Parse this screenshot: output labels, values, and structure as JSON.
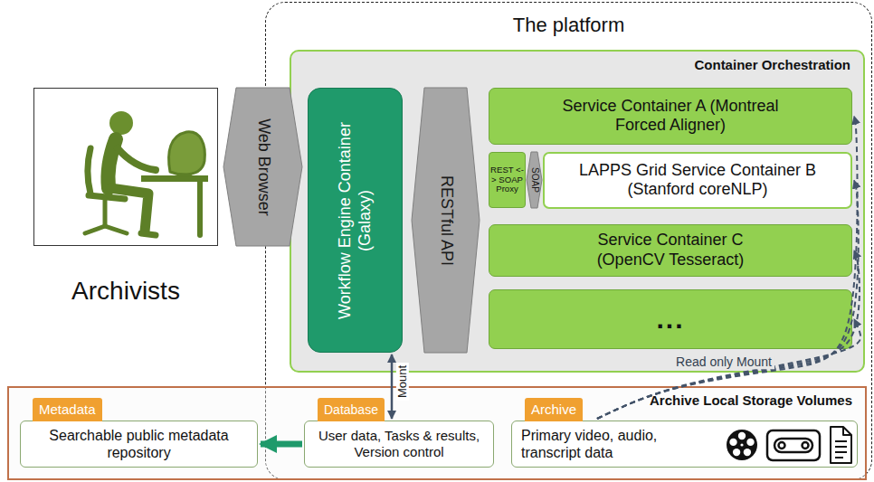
{
  "diagram": {
    "nodes": [
      {
        "text": [
          "Archivists"
        ]
      },
      {
        "text": [
          "The platform"
        ]
      },
      {
        "text": [
          "Container Orchestration"
        ],
        "in": 1
      },
      {
        "text": [
          "Workflow Engine Container (Galaxy)"
        ],
        "in": 2
      },
      {
        "text": [
          "Service Container A (Montreal Forced Aligner)"
        ],
        "in": 2
      },
      {
        "text": [
          "REST <-> SOAP Proxy"
        ],
        "in": 2
      },
      {
        "text": [
          "LAPPS Grid Service Container B (Stanford coreNLP)"
        ],
        "in": 2
      },
      {
        "text": [
          "Service Container C (OpenCV Tesseract)"
        ],
        "in": 2
      },
      {
        "text": [
          "..."
        ],
        "in": 2
      },
      {
        "text": [
          "Archive Local Storage Volumes"
        ]
      },
      {
        "text": [
          "Metadata",
          "Searchable public metadata repository"
        ],
        "in": 9
      },
      {
        "text": [
          "Database",
          "User data, Tasks & results, Version control"
        ],
        "in": 9
      },
      {
        "text": [
          "Archive",
          "Primary video, audio, transcript data"
        ],
        "in": 9
      }
    ],
    "edges": [
      {
        "from": 0,
        "to": 3,
        "arrow": "both",
        "label": "Web Browser"
      },
      {
        "from": 3,
        "to": 5,
        "arrow": "both",
        "label": "RESTful API"
      },
      {
        "from": 5,
        "to": 6,
        "arrow": "both",
        "label": "SOAP"
      },
      {
        "from": 3,
        "to": 11,
        "arrow": "both",
        "label": "Mount"
      },
      {
        "from": 11,
        "to": 10,
        "arrow": "to"
      },
      {
        "from": 12,
        "to": 4,
        "arrow": "to"
      },
      {
        "from": 12,
        "to": 6,
        "arrow": "to"
      },
      {
        "from": 12,
        "to": 7,
        "arrow": "to"
      },
      {
        "from": 12,
        "to": 8,
        "arrow": "to",
        "label": "Read only Mount"
      }
    ]
  }
}
